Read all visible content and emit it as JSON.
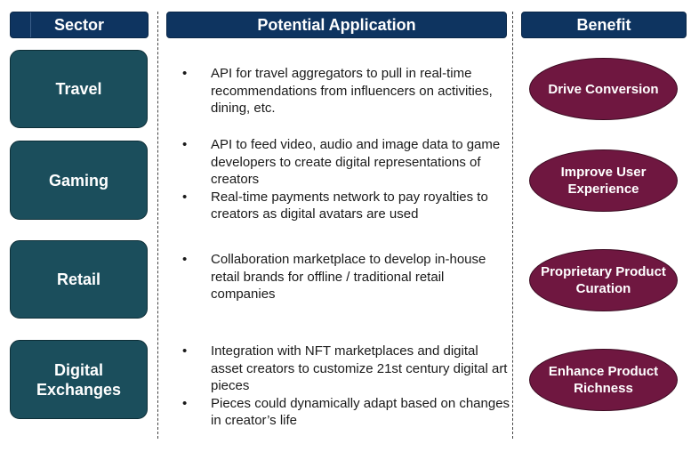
{
  "headers": {
    "sector": "Sector",
    "application": "Potential Application",
    "benefit": "Benefit"
  },
  "colors": {
    "header": "#0e3460",
    "sector_box": "#1b4e5c",
    "benefit_ellipse": "#6f1740",
    "text": "#1a1a1a"
  },
  "rows": [
    {
      "sector": "Travel",
      "applications": [
        "API for travel aggregators to pull in real-time recommendations from influencers on activities, dining, etc."
      ],
      "benefit": "Drive Conversion"
    },
    {
      "sector": "Gaming",
      "applications": [
        "API to feed video, audio and image data to game developers to create digital representations of creators",
        "Real-time payments network to pay royalties to creators as digital avatars are used"
      ],
      "benefit": "Improve User Experience"
    },
    {
      "sector": "Retail",
      "applications": [
        "Collaboration marketplace to develop in-house retail brands for offline / traditional retail companies"
      ],
      "benefit": "Proprietary Product Curation"
    },
    {
      "sector": "Digital Exchanges",
      "applications": [
        "Integration with NFT marketplaces and digital asset creators to customize 21st century digital art pieces",
        "Pieces could dynamically adapt based on changes in creator’s life"
      ],
      "benefit": "Enhance Product Richness"
    }
  ]
}
